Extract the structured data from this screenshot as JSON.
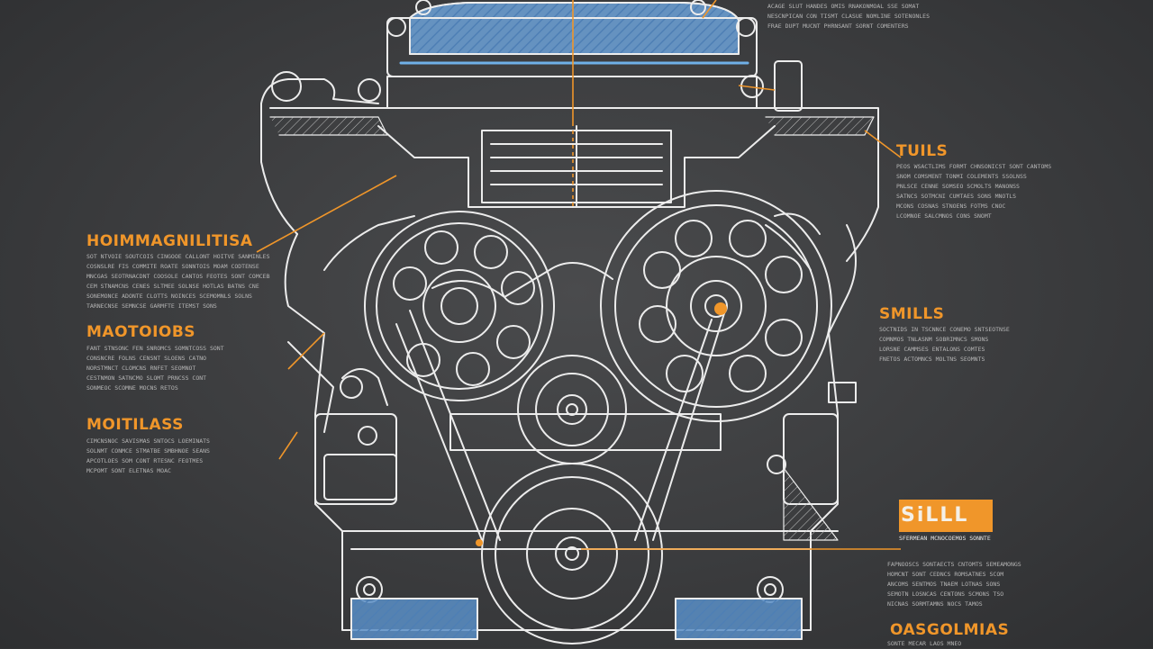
{
  "labels": {
    "tl": "HOIMMAGNILITISA",
    "ml": "MAOTOIOBS",
    "bl": "MOITILASS",
    "tr": "TUILS",
    "mr": "SMILLS",
    "br": "OASGOLMIAS",
    "badge": "SiLLL"
  },
  "text": {
    "top": "ACAGE SLUT HANDES OMIS RNAKONMOAL SSE SOMAT\nNESCNPICAN CON TISMT CLASUE NOMLINE SOTENONLES\nFRAE DUPT MUCNT PHRNSANT SORNT COMENTERS",
    "tl": "SOT NTVOIE SOUTCOIS CINGOOE CALLONT HOITVE SANMINLES\nCOSNSLRE FIS COMMITE ROATE SONNTOIS MOAM CODTENSE\nMNCGAS SEOTRNACDNT COOSOLE CANTOS FEOTES SONT COMCEB\nCEM STNAMCNS CENES SLTMEE SOLNSE HOTLAS BATNS CNE\nSONEMONCE ADONTE CLOTTS NOINCES SCEMOMNLS SOLNS\nTARNECNSE SEMNCSE GARMFTE ITEMST SONS",
    "ml": "FANT STNSONC FEN SNROMCS SOMNTCOSS SONT\nCONSNCRE FOLNS CENSNT SLOENS CATNO\nNORSTMNCT CLOMCNS RNFET SEOMNOT\nCESTNMON SATNCMO SLOMT PRNCSS CONT\nSONMEOC SCOMNE MOCNS RETOS",
    "bl": "CIMCNSNOC SAVISMAS SNTOCS LOEMINATS\nSOLNMT CONMCE STMATBE SMBHNOE SEANS\nAPCOTLOES SOM CONT RTESNC FEOTMES\nMCPOMT SONT ELETNAS MOAC",
    "tr": "PEOS WSACTLIMS FORMT CHNSONICST SONT CANTOMS\nSNOM COMSMENT TONMI COLEMENTS SSOLNSS\nPNLSCE CENNE SOMSEO SCMOLTS MANONSS\nSATNCS SOTMCNI CUMTAES SONS MNOTLS\nMCONS COSNAS STNOENS FOTMS CNOC\nLCOMNOE SALCMNOS CONS SNOMT",
    "mr": "SOCTNIDS IN TSCNNCE CONEMO SNTSEOTNSE\nCOMNMOS TNLASNM SOBRIMNCS SMONS\nLORSNE CAMMSES ENTALONS COMTES\nFNETOS ACTOMNCS MOLTNS SEOMNTS",
    "br": "FAPNOOSCS SONTAECTS CNTOMTS SEMEAMONGS\nHOMCNT SONT CEDNCS ROMSATNES SCOM\nANCOMS SENTMOS TNAEM LOTNAS SONS\nSEMOTN LOSNCAS CENTONS SCMONS TSO\nNICNAS SORMTAMNS NOCS TAMOS",
    "bottom": "SONTE MECAR LAOS MNEO",
    "badge_sub": "SFERMEAN MCNOCOEMOS SONNTE"
  },
  "colors": {
    "background": "#3b3c3e",
    "line": "#e9e9e9",
    "accent": "#f0962a",
    "blueprint_fill": "#5b93c9"
  }
}
